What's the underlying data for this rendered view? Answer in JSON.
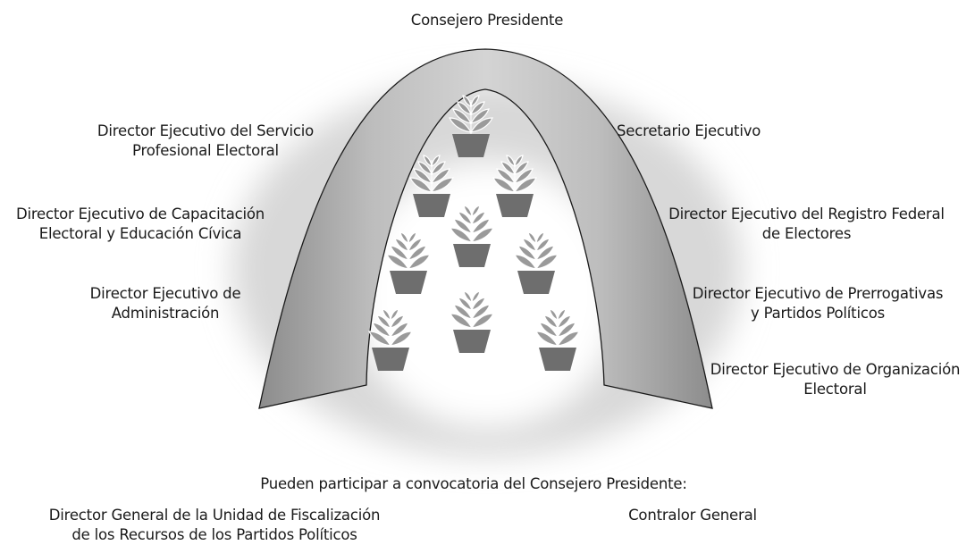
{
  "top": {
    "president": "Consejero Presidente"
  },
  "left": {
    "spe": [
      "Director Ejecutivo del Servicio",
      "Profesional Electoral"
    ],
    "capacitacion": [
      "Director Ejecutivo de Capacitación",
      "Electoral y Educación Cívica"
    ],
    "administracion": [
      "Director Ejecutivo de",
      "Administración"
    ]
  },
  "right": {
    "secretario": "Secretario Ejecutivo",
    "registro": [
      "Director Ejecutivo del Registro Federal",
      "de Electores"
    ],
    "prerrogativas": [
      "Director Ejecutivo de Prerrogativas",
      "y Partidos Políticos"
    ],
    "organizacion": [
      "Director Ejecutivo de Organización",
      "Electoral"
    ]
  },
  "bottom": {
    "convocatoria": "Pueden participar a convocatoria del Consejero Presidente:",
    "fiscalizacion": [
      "Director General de la Unidad de Fiscalización",
      "de los Recursos de los Partidos Políticos"
    ],
    "contralor": "Contralor General"
  },
  "colors": {
    "arch_fill": "#b4b4b4",
    "arch_stroke": "#1a1a1a",
    "pot": "#6e6e6e",
    "leaf": "#9a9a9a"
  },
  "icons": {
    "plant": "potted-plant-icon"
  }
}
